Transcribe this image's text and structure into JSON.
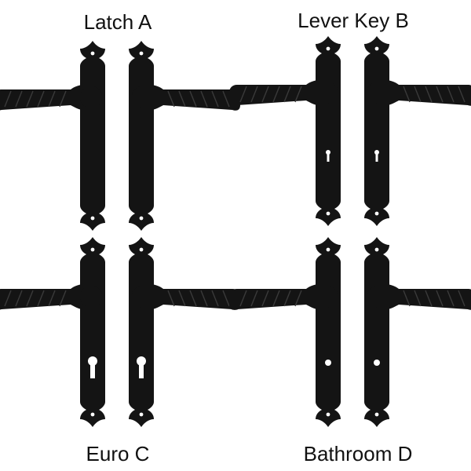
{
  "labels": {
    "latch": "Latch A",
    "lever_key": "Lever Key B",
    "euro": "Euro C",
    "bathroom": "Bathroom D"
  },
  "colors": {
    "background": "#ffffff",
    "iron": "#141414",
    "highlight": "#3a3a3a",
    "text": "#111111"
  },
  "variants": [
    {
      "key": "latch",
      "hole": "none"
    },
    {
      "key": "lever_key",
      "hole": "keyhole"
    },
    {
      "key": "euro",
      "hole": "euro"
    },
    {
      "key": "bathroom",
      "hole": "spindle"
    }
  ]
}
